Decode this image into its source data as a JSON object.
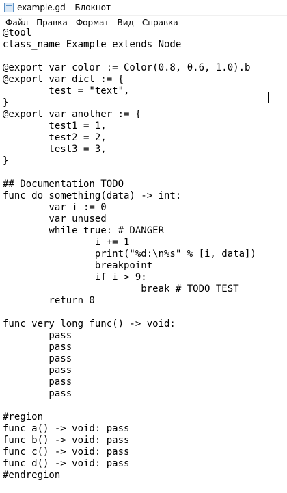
{
  "window": {
    "title": "example.gd – Блокнот",
    "icon": "notepad-icon"
  },
  "menu": [
    "Файл",
    "Правка",
    "Формат",
    "Вид",
    "Справка"
  ],
  "editor": {
    "lines": [
      "@tool",
      "class_name Example extends Node",
      "",
      "@export var color := Color(0.8, 0.6, 1.0).b",
      "@export var dict := {",
      "        test = \"text\",",
      "}",
      "@export var another := {",
      "        test1 = 1,",
      "        test2 = 2,",
      "        test3 = 3,",
      "}",
      "",
      "## Documentation TODO",
      "func do_something(data) -> int:",
      "        var i := 0",
      "        var unused",
      "        while true: # DANGER",
      "                i += 1",
      "                print(\"%d:\\n%s\" % [i, data])",
      "                breakpoint",
      "                if i > 9:",
      "                        break # TODO TEST",
      "        return 0",
      "",
      "func very_long_func() -> void:",
      "        pass",
      "        pass",
      "        pass",
      "        pass",
      "        pass",
      "        pass",
      "",
      "#region",
      "func a() -> void: pass",
      "func b() -> void: pass",
      "func c() -> void: pass",
      "func d() -> void: pass",
      "#endregion"
    ]
  }
}
